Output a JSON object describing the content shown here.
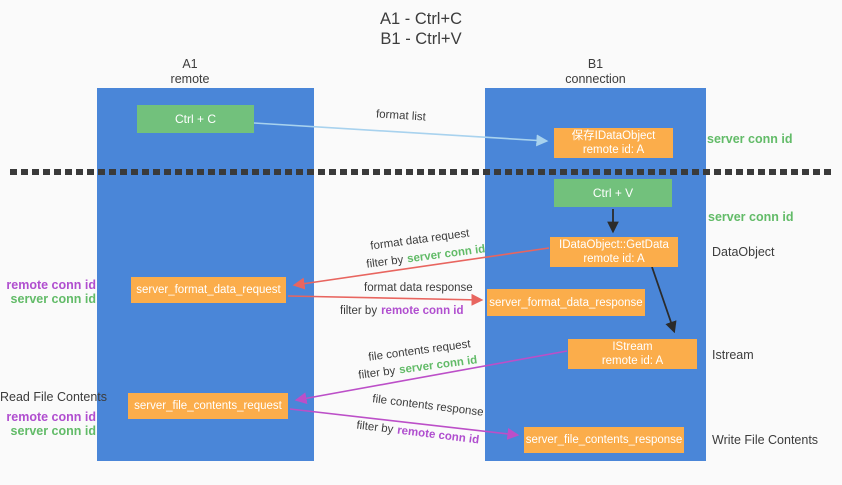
{
  "title": {
    "line1": "A1 - Ctrl+C",
    "line2": "B1 - Ctrl+V"
  },
  "lifelines": {
    "a1": {
      "name": "A1",
      "subtitle": "remote"
    },
    "b1": {
      "name": "B1",
      "subtitle": "connection"
    }
  },
  "boxes": {
    "ctrl_c": {
      "label": "Ctrl + C"
    },
    "save_idataobject": {
      "line1": "保存IDataObject",
      "line2": "remote id: A"
    },
    "ctrl_v": {
      "label": "Ctrl + V"
    },
    "getdata": {
      "line1": "IDataObject::GetData",
      "line2": "remote id: A"
    },
    "format_request": {
      "label": "server_format_data_request"
    },
    "format_response": {
      "label": "server_format_data_response"
    },
    "istream": {
      "line1": "IStream",
      "line2": "remote id: A"
    },
    "file_request": {
      "label": "server_file_contents_request"
    },
    "file_response": {
      "label": "server_file_contents_response"
    }
  },
  "edge_labels": {
    "format_list": "format list",
    "format_data_request": "format data request",
    "format_data_response": "format data response",
    "file_contents_request": "file contents request",
    "file_contents_response": "file contents response",
    "filter_by": "filter by"
  },
  "side_labels": {
    "server_conn_id": "server conn id",
    "remote_conn_id": "remote conn id",
    "dataobject": "DataObject",
    "istream": "Istream",
    "read_file_contents": "Read File Contents",
    "write_file_contents": "Write File Contents"
  },
  "colors": {
    "lifeline_blue": "#4a86d8",
    "box_green": "#72c17c",
    "box_orange": "#fbad4b",
    "arrow_light_blue": "#a8d2ee",
    "arrow_salmon": "#e8655f",
    "arrow_magenta": "#bc4fc8",
    "arrow_black": "#2b2b2b",
    "server_conn_green": "#62bb68",
    "remote_conn_purple": "#b04ecf",
    "text_dark": "#3c3c3c"
  }
}
